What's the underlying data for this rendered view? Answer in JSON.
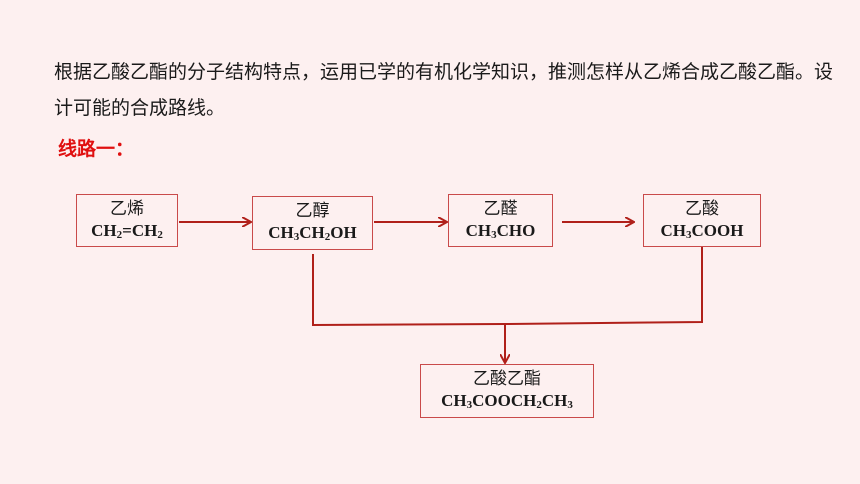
{
  "intro_text": "根据乙酸乙酯的分子结构特点，运用已学的有机化学知识，推测怎样从乙烯合成乙酸乙酯。设计可能的合成路线。",
  "route_title": "线路一：",
  "colors": {
    "arrow": "#b0201a",
    "box_border": "#c94a4a",
    "route_title": "#e01010"
  },
  "nodes": {
    "ethylene": {
      "name": "乙烯",
      "formula": [
        [
          "CH",
          ""
        ],
        [
          "2",
          "sub"
        ],
        [
          "=CH",
          ""
        ],
        [
          "2",
          "sub"
        ]
      ]
    },
    "ethanol": {
      "name": "乙醇",
      "formula": [
        [
          "CH",
          ""
        ],
        [
          "3",
          "sub"
        ],
        [
          "CH",
          ""
        ],
        [
          "2",
          "sub"
        ],
        [
          "OH",
          ""
        ]
      ]
    },
    "acetaldehyde": {
      "name": "乙醛",
      "formula": [
        [
          "CH",
          ""
        ],
        [
          "3",
          "sub"
        ],
        [
          "CHO",
          ""
        ]
      ]
    },
    "acetic_acid": {
      "name": "乙酸",
      "formula": [
        [
          "CH",
          ""
        ],
        [
          "3",
          "sub"
        ],
        [
          "COOH",
          ""
        ]
      ]
    },
    "ethyl_acetate": {
      "name": "乙酸乙酯",
      "formula": [
        [
          "CH",
          ""
        ],
        [
          "3",
          "sub"
        ],
        [
          "COOCH",
          ""
        ],
        [
          "2",
          "sub"
        ],
        [
          "CH",
          ""
        ],
        [
          "3",
          "sub"
        ]
      ]
    }
  }
}
